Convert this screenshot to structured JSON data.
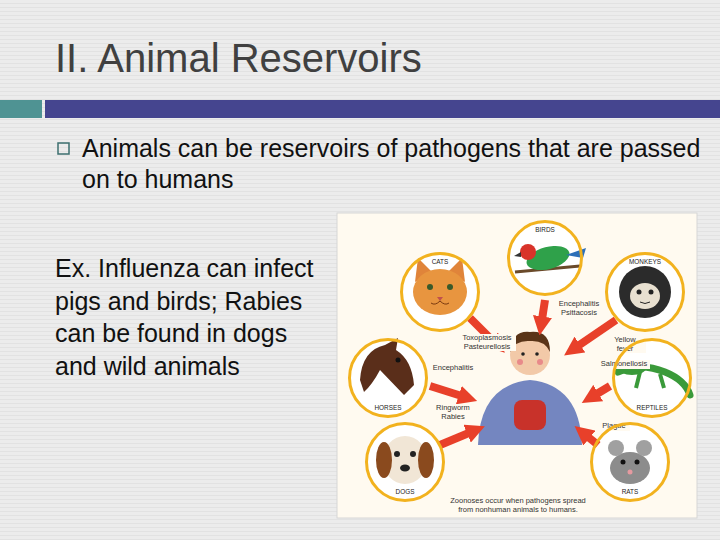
{
  "diagram": {
    "title": "II. Animal Reservoirs",
    "caption": "Zoonoses occur when pathogens spread from nonhuman animals to humans.",
    "nodes": [
      {
        "text": [
          "CATS"
        ]
      },
      {
        "text": [
          "BIRDS"
        ]
      },
      {
        "text": [
          "MONKEYS"
        ]
      },
      {
        "text": [
          "HORSES"
        ]
      },
      {
        "text": [
          "REPTILES"
        ]
      },
      {
        "text": [
          "DOGS"
        ]
      },
      {
        "text": [
          "RATS"
        ]
      }
    ],
    "labels": [
      "Animals can be reservoirs of pathogens that are passed on to humans",
      "Ex. Influenza can infect pigs and birds; Rabies can be found in dogs and wild animals",
      "Toxoplasmosis Pasteurellosis",
      "Encephalitis Psittacosis",
      "Yellow fever",
      "Encephalitis",
      "Salmonellosis",
      "Ringworm Rabies",
      "Plague"
    ]
  }
}
